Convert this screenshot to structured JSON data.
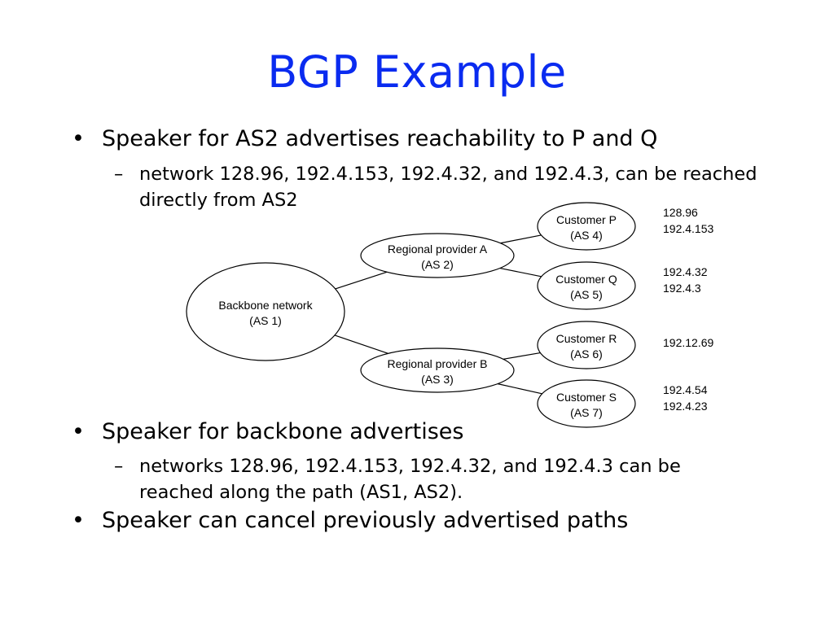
{
  "title": "BGP Example",
  "bullets": [
    {
      "text": "Speaker for AS2 advertises reachability to P and Q",
      "subs": [
        "network 128.96, 192.4.153, 192.4.32, and 192.4.3, can be reached directly from AS2"
      ]
    },
    {
      "text": "Speaker for backbone advertises",
      "subs": [
        "networks 128.96, 192.4.153, 192.4.32, and 192.4.3 can be reached along the path (AS1, AS2)."
      ]
    },
    {
      "text": "Speaker can cancel previously advertised paths",
      "subs": []
    }
  ],
  "diagram": {
    "nodes": [
      {
        "id": "backbone",
        "line1": "Backbone network",
        "line2": "(AS 1)"
      },
      {
        "id": "regA",
        "line1": "Regional provider A",
        "line2": "(AS 2)"
      },
      {
        "id": "regB",
        "line1": "Regional provider B",
        "line2": "(AS 3)"
      },
      {
        "id": "custP",
        "line1": "Customer P",
        "line2": "(AS 4)"
      },
      {
        "id": "custQ",
        "line1": "Customer Q",
        "line2": "(AS 5)"
      },
      {
        "id": "custR",
        "line1": "Customer R",
        "line2": "(AS 6)"
      },
      {
        "id": "custS",
        "line1": "Customer S",
        "line2": "(AS 7)"
      }
    ],
    "edges": [
      {
        "from": "backbone",
        "to": "regA"
      },
      {
        "from": "backbone",
        "to": "regB"
      },
      {
        "from": "regA",
        "to": "custP"
      },
      {
        "from": "regA",
        "to": "custQ"
      },
      {
        "from": "regB",
        "to": "custR"
      },
      {
        "from": "regB",
        "to": "custS"
      }
    ],
    "prefixes": [
      {
        "node": "custP",
        "lines": [
          "128.96",
          "192.4.153"
        ]
      },
      {
        "node": "custQ",
        "lines": [
          "192.4.32",
          "192.4.3"
        ]
      },
      {
        "node": "custR",
        "lines": [
          "192.12.69"
        ]
      },
      {
        "node": "custS",
        "lines": [
          "192.4.54",
          "192.4.23"
        ]
      }
    ]
  }
}
